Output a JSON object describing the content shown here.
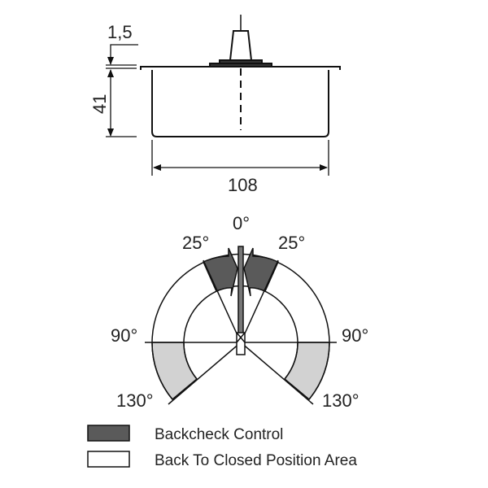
{
  "dimensions": {
    "flange_thickness": "1,5",
    "height": "41",
    "width": "108"
  },
  "angles": {
    "zero": "0°",
    "backcheck_left": "25°",
    "backcheck_right": "25°",
    "left_90": "90°",
    "right_90": "90°",
    "left_130": "130°",
    "right_130": "130°"
  },
  "legend": [
    {
      "label": "Backcheck Control",
      "color": "#5a5a5a"
    },
    {
      "label": "Back To Closed Position Area",
      "color": "#ffffff"
    }
  ],
  "colors": {
    "backcheck": "#5a5a5a",
    "closed_area": "#d2d2d2",
    "line": "#111111"
  }
}
